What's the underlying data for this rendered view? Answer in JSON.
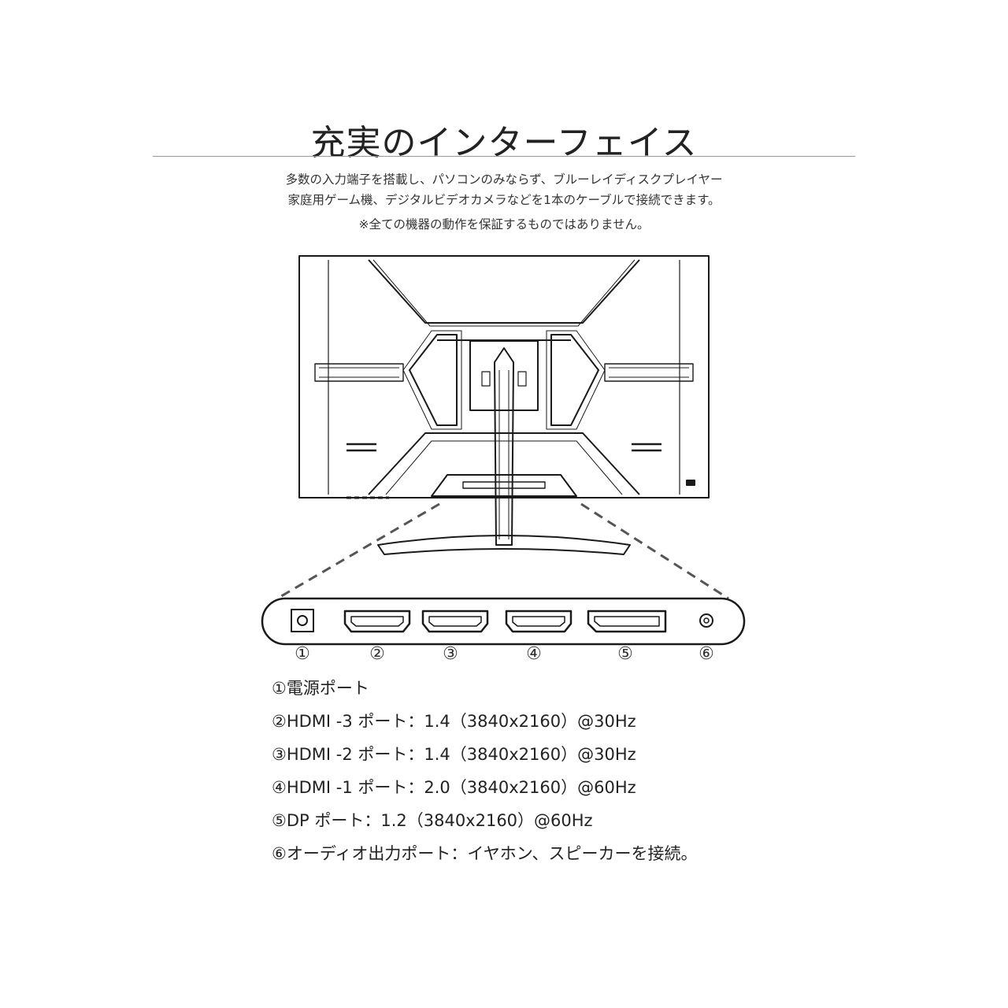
{
  "title": "充実のインターフェイス",
  "description": {
    "line1": "多数の入力端子を搭載し、パソコンのみならず、ブルーレイディスクプレイヤー",
    "line2": "家庭用ゲーム機、デジタルビデオカメラなどを1本のケーブルで接続できます。",
    "note": "※全ての機器の動作を保証するものではありません。"
  },
  "port_numbers": [
    "①",
    "②",
    "③",
    "④",
    "⑤",
    "⑥"
  ],
  "legend": [
    "①電源ポート",
    "②HDMI -3 ポート：1.4（3840x2160）@30Hz",
    "③HDMI -2 ポート：1.4（3840x2160）@30Hz",
    "④HDMI -1 ポート：2.0（3840x2160）@60Hz",
    "⑤DP ポート：1.2（3840x2160）@60Hz",
    "⑥オーディオ出力ポート：イヤホン、スピーカーを接続。"
  ]
}
